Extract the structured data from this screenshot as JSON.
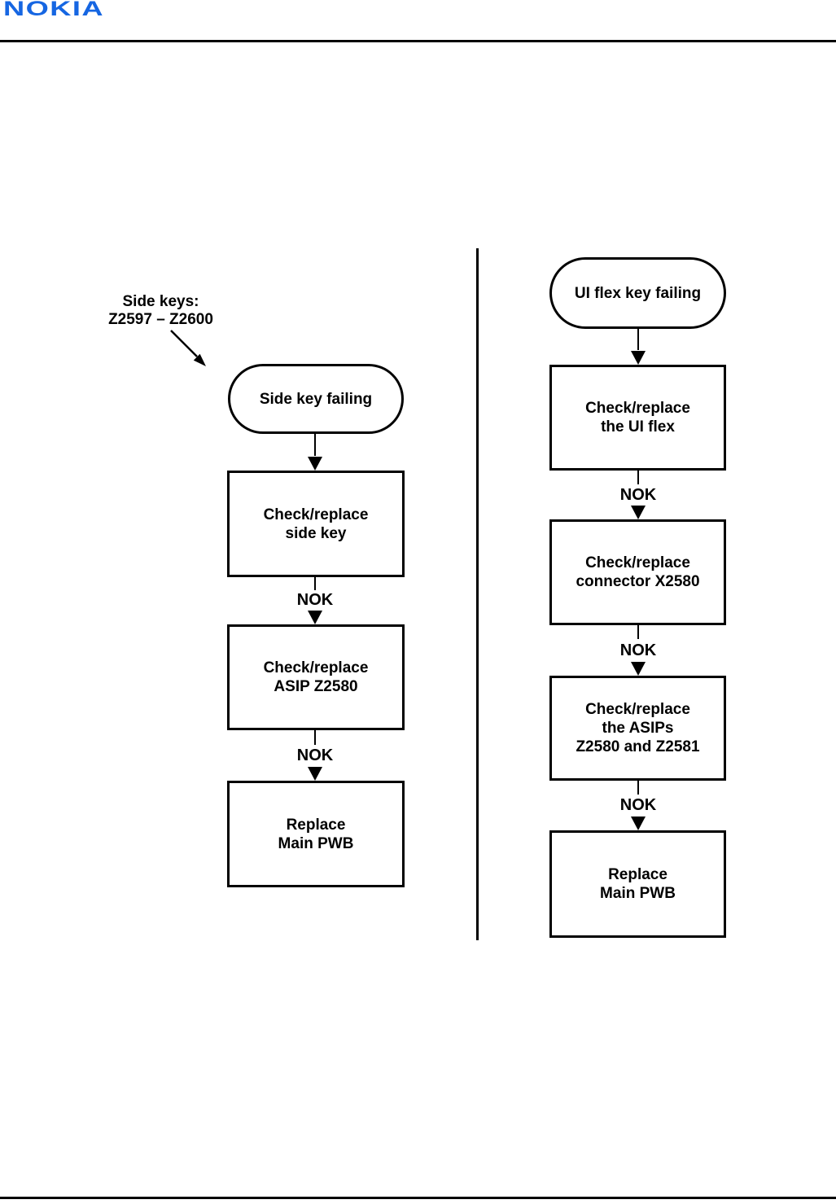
{
  "header": {
    "logo": "NOKIA"
  },
  "annotation": {
    "line1": "Side keys:",
    "line2": "Z2597 – Z2600"
  },
  "flow_left": {
    "start": "Side key failing",
    "steps": [
      {
        "lines": [
          "Check/replace",
          "side key"
        ]
      },
      {
        "lines": [
          "Check/replace",
          "ASIP Z2580"
        ]
      },
      {
        "lines": [
          "Replace",
          "Main PWB"
        ]
      }
    ]
  },
  "flow_right": {
    "start": "UI flex key failing",
    "steps": [
      {
        "lines": [
          "Check/replace",
          "the UI flex"
        ]
      },
      {
        "lines": [
          "Check/replace",
          "connector X2580"
        ]
      },
      {
        "lines": [
          "Check/replace",
          "the ASIPs",
          "Z2580 and Z2581"
        ]
      },
      {
        "lines": [
          "Replace",
          "Main PWB"
        ]
      }
    ]
  },
  "connector_label": "NOK",
  "colors": {
    "logo_blue": "#1666e2",
    "line_black": "#000000",
    "background": "#ffffff"
  }
}
